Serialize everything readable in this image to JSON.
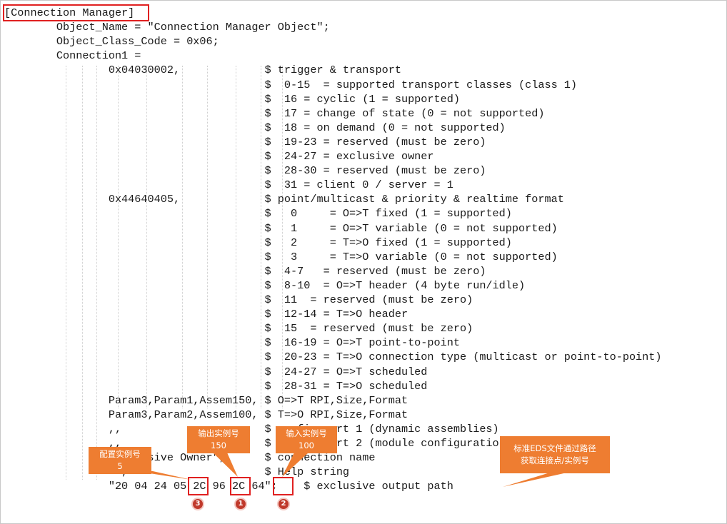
{
  "code": {
    "lines": [
      "[Connection Manager]",
      "        Object_Name = \"Connection Manager Object\";",
      "        Object_Class_Code = 0x06;",
      "        Connection1 =",
      "                0x04030002,             $ trigger & transport",
      "                                        $  0-15  = supported transport classes (class 1)",
      "                                        $  16 = cyclic (1 = supported)",
      "                                        $  17 = change of state (0 = not supported)",
      "                                        $  18 = on demand (0 = not supported)",
      "                                        $  19-23 = reserved (must be zero)",
      "                                        $  24-27 = exclusive owner",
      "                                        $  28-30 = reserved (must be zero)",
      "                                        $  31 = client 0 / server = 1",
      "                0x44640405,             $ point/multicast & priority & realtime format",
      "                                        $   0     = O=>T fixed (1 = supported)",
      "                                        $   1     = O=>T variable (0 = not supported)",
      "                                        $   2     = T=>O fixed (1 = supported)",
      "                                        $   3     = T=>O variable (0 = not supported)",
      "                                        $  4-7   = reserved (must be zero)",
      "                                        $  8-10  = O=>T header (4 byte run/idle)",
      "                                        $  11  = reserved (must be zero)",
      "                                        $  12-14 = T=>O header",
      "                                        $  15  = reserved (must be zero)",
      "                                        $  16-19 = O=>T point-to-point",
      "                                        $  20-23 = T=>O connection type (multicast or point-to-point)",
      "                                        $  24-27 = O=>T scheduled",
      "                                        $  28-31 = T=>O scheduled",
      "                Param3,Param1,Assem150, $ O=>T RPI,Size,Format",
      "                Param3,Param2,Assem100, $ T=>O RPI,Size,Format",
      "                ,,                      $ config part 1 (dynamic assemblies)",
      "                ,,                      $ config part 2 (module configuration)",
      "                \"Exclusive Owner\",      $ connection name",
      "                \"\",                     $ Help string",
      "                \"20 04 24 05 2C 96 2C 64\";    $ exclusive output path"
    ]
  },
  "callouts": {
    "config_instance": "配置实例号\n5",
    "output_instance": "输出实例号\n150",
    "input_instance": "输入实例号\n100",
    "eds_note": "标准EDS文件通过路径\n获取连接点/实例号"
  },
  "badges": {
    "b1": "1",
    "b2": "2",
    "b3": "3"
  },
  "colors": {
    "highlight_red": "#e02020",
    "callout_orange": "#ee7d31",
    "badge_red": "#c0392b"
  }
}
